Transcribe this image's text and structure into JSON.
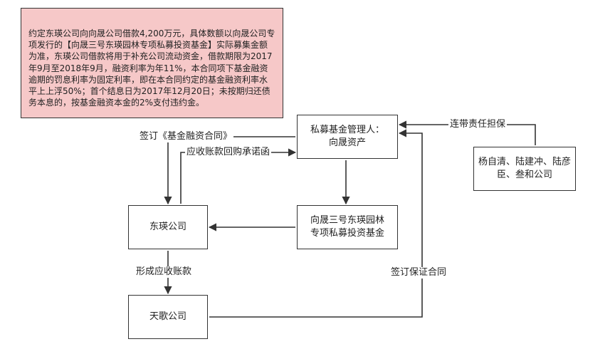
{
  "note": {
    "text": "约定东瑛公司向向晟公司借款4,200万元，具体数额以向晟公司专项发行的【向晟三号东瑛园林专项私募投资基金】实际募集金额为准，东瑛公司借款将用于补充公司流动资金，借款期限为2017年9月至2018年9月，融资利率为年11%，本合同项下基金融资逾期的罚息利率为固定利率，即在本合同约定的基金融资利率水平上上浮50%；首个结息日为2017年12月20日；未按期归还债务本息的，按基金融资本金的2%支付违约金。"
  },
  "nodes": {
    "manager": "私募基金管理人：\n向晟资产",
    "guarantors": "杨自清、陆建冲、陆彦\n臣、叁和公司",
    "dongying": "东瑛公司",
    "fund": "向晟三号东瑛园林\n专项私募投资基金",
    "tiange": "天歌公司"
  },
  "edges": {
    "sign_fund_contract": "签订《基金融资合同》",
    "receivable_letter": "应收账款回购承诺函",
    "joint_guarantee": "连带责任担保",
    "form_receivable": "形成应收账款",
    "sign_guarantee": "签订保证合同"
  },
  "colors": {
    "note_bg": "#f6c8c8",
    "stroke": "#333333"
  }
}
